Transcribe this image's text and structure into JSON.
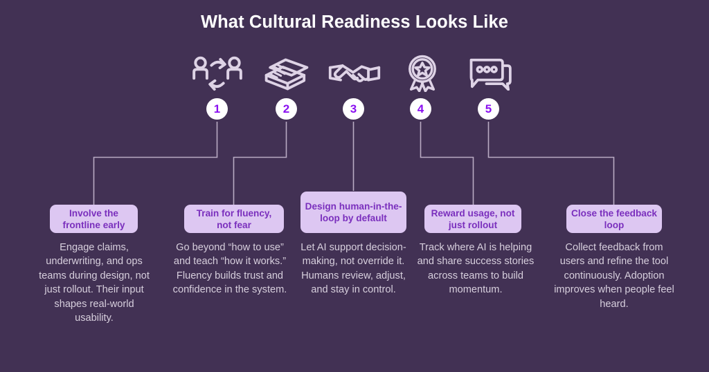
{
  "header": {
    "title": "What Cultural Readiness Looks Like"
  },
  "theme": {
    "background": "#423154",
    "title_color": "#ffffff",
    "pill_background": "#ddc7f2",
    "pill_text": "#7a2fbd",
    "number_circle_background": "#ffffff",
    "number_text": "#8a0ff0",
    "connector_line": "#b9abc3",
    "body_text": "#d7cfdd",
    "icon_stroke": "#ded3e6"
  },
  "steps": [
    {
      "number": "1",
      "icon": "people-exchange-icon",
      "label": "Involve the frontline early",
      "description": "Engage claims, underwriting, and ops teams during design, not just rollout. Their input shapes real-world usability."
    },
    {
      "number": "2",
      "icon": "book-stack-icon",
      "label": "Train for fluency, not fear",
      "description": "Go beyond “how to use” and teach “how it works.” Fluency builds trust and confidence in the system."
    },
    {
      "number": "3",
      "icon": "handshake-icon",
      "label": "Design human-in-the-loop by default",
      "description": "Let AI support decision-making, not override it. Humans review, adjust, and stay in control."
    },
    {
      "number": "4",
      "icon": "award-medal-icon",
      "label": "Reward usage, not just rollout",
      "description": "Track where AI is helping and share success stories across teams to build momentum."
    },
    {
      "number": "5",
      "icon": "speech-bubbles-icon",
      "label": "Close the feedback loop",
      "description": "Collect feedback from users and refine the tool continuously. Adoption improves when people feel heard."
    }
  ]
}
